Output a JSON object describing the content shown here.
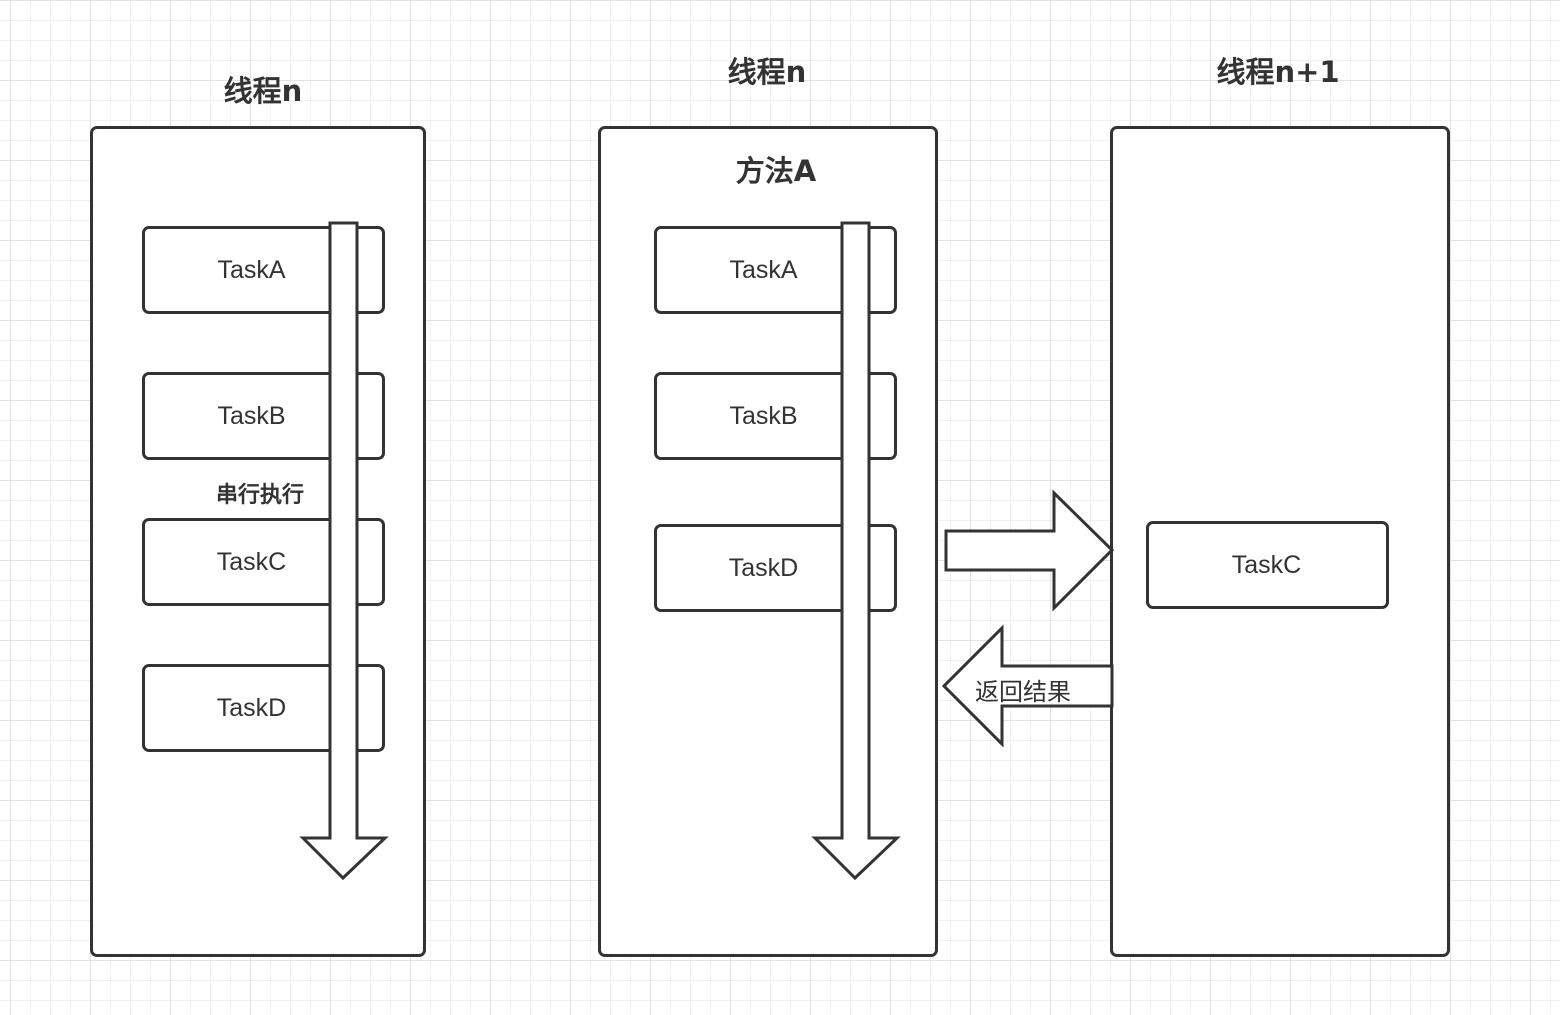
{
  "lane1": {
    "title": "线程n",
    "tasks": [
      "TaskA",
      "TaskB",
      "TaskC",
      "TaskD"
    ],
    "flow_note": "串行执行"
  },
  "lane2": {
    "title": "线程n",
    "method_title": "方法A",
    "tasks": [
      "TaskA",
      "TaskB",
      "TaskD"
    ]
  },
  "lane3": {
    "title": "线程n+1",
    "tasks": [
      "TaskC"
    ]
  },
  "return_arrow_label": "返回结果",
  "colors": {
    "stroke": "#333333",
    "fill": "#ffffff",
    "grid_major": "#e2e2e2",
    "grid_minor": "#f1f1f1"
  }
}
